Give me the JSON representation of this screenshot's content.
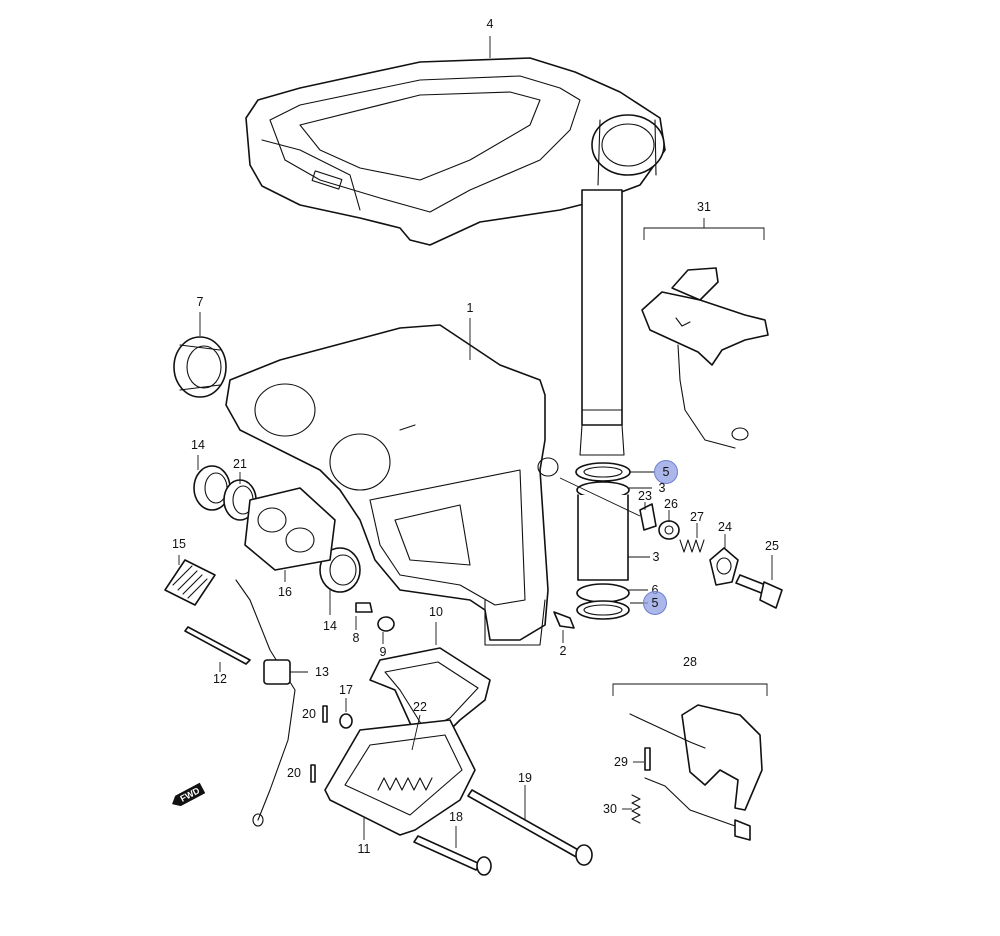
{
  "diagram": {
    "highlight_color": "#8f9ee4",
    "direction_marker": "FWD",
    "callouts": [
      {
        "id": "c4",
        "label": "4"
      },
      {
        "id": "c31",
        "label": "31"
      },
      {
        "id": "c7",
        "label": "7"
      },
      {
        "id": "c1",
        "label": "1"
      },
      {
        "id": "c14a",
        "label": "14"
      },
      {
        "id": "c21",
        "label": "21"
      },
      {
        "id": "c15",
        "label": "15"
      },
      {
        "id": "c16",
        "label": "16"
      },
      {
        "id": "c14b",
        "label": "14"
      },
      {
        "id": "c8",
        "label": "8"
      },
      {
        "id": "c9",
        "label": "9"
      },
      {
        "id": "c12",
        "label": "12"
      },
      {
        "id": "c13",
        "label": "13"
      },
      {
        "id": "c10",
        "label": "10"
      },
      {
        "id": "c2",
        "label": "2"
      },
      {
        "id": "c5a",
        "label": "5",
        "highlighted": true
      },
      {
        "id": "c3a",
        "label": "3"
      },
      {
        "id": "c23",
        "label": "23"
      },
      {
        "id": "c26",
        "label": "26"
      },
      {
        "id": "c27",
        "label": "27"
      },
      {
        "id": "c24",
        "label": "24"
      },
      {
        "id": "c25",
        "label": "25"
      },
      {
        "id": "c3b",
        "label": "3"
      },
      {
        "id": "c6",
        "label": "6"
      },
      {
        "id": "c5b",
        "label": "5",
        "highlighted": true
      },
      {
        "id": "c17",
        "label": "17"
      },
      {
        "id": "c20a",
        "label": "20"
      },
      {
        "id": "c22",
        "label": "22"
      },
      {
        "id": "c20b",
        "label": "20"
      },
      {
        "id": "c19",
        "label": "19"
      },
      {
        "id": "c18",
        "label": "18"
      },
      {
        "id": "c11",
        "label": "11"
      },
      {
        "id": "c28",
        "label": "28"
      },
      {
        "id": "c29",
        "label": "29"
      },
      {
        "id": "c30",
        "label": "30"
      }
    ]
  }
}
